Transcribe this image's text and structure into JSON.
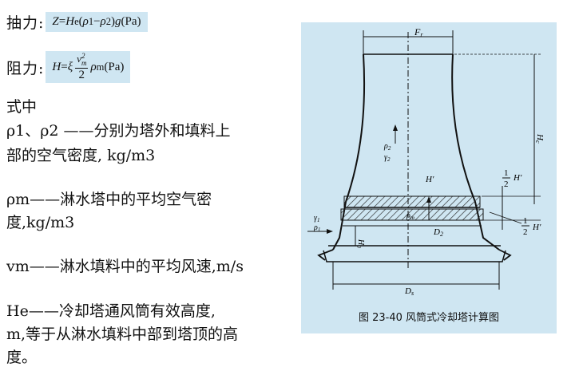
{
  "formula1": {
    "label": "抽力:",
    "lhs": "Z",
    "eq": " = ",
    "he": "H",
    "he_sub": "e",
    "lp": " (",
    "rho1": "ρ",
    "rho1_sub": "1",
    "minus": " − ",
    "rho2": "ρ",
    "rho2_sub": "2",
    "rp": ") ",
    "g": "g",
    "unit": " (Pa)"
  },
  "formula2": {
    "label": "阻力:",
    "lhs": "H",
    "eq": " = ",
    "xi": "ξ",
    "frac_num": "v",
    "frac_num_sup": "2",
    "frac_num_sub": "m",
    "frac_den": "2",
    "rho": "ρ",
    "rho_sub": "m",
    "unit": " (Pa)"
  },
  "text": {
    "where": "式中",
    "rho12_line1": "ρ1、ρ2  ——分别为塔外和填料上",
    "rho12_line2": "部的空气密度, kg/m3",
    "rhom_line1": " ρm——淋水塔中的平均空气密",
    "rhom_line2": "度,kg/m3",
    "vm_line": "vm——淋水填料中的平均风速,m/s",
    "he_line1": " He——冷却塔通风筒有效高度,",
    "he_line2": "m,等于从淋水填料中部到塔顶的高",
    "he_line3": "度。"
  },
  "diagram": {
    "caption": "图 23-40    风筒式冷却塔计算图",
    "labels": {
      "fr": "F",
      "fr_sub": "r",
      "he": "H",
      "he_sub": "c",
      "rho2": "ρ",
      "rho2_sub": "2",
      "y2": "γ",
      "y2_sub": "2",
      "hprime": "H′",
      "half": "1",
      "half_den": "2",
      "half_h": "H′",
      "pm": "ρ",
      "pm_sub": "m",
      "y1": "γ",
      "y1_sub": "1",
      "p1": "ρ",
      "p1_sub": "1",
      "d2": "D",
      "d2_sub": "2",
      "h0": "H",
      "h0_sub": "0",
      "ds": "D",
      "ds_sub": "s"
    }
  }
}
